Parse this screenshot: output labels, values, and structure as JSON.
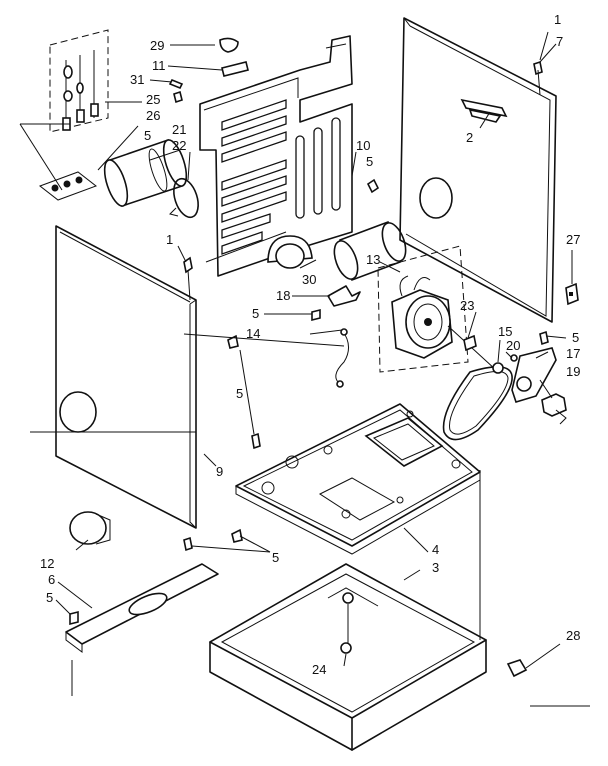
{
  "diagram": {
    "callouts": [
      {
        "id": "c1a",
        "text": "1"
      },
      {
        "id": "c7",
        "text": "7"
      },
      {
        "id": "c29",
        "text": "29"
      },
      {
        "id": "c11",
        "text": "11"
      },
      {
        "id": "c31",
        "text": "31"
      },
      {
        "id": "c25",
        "text": "25"
      },
      {
        "id": "c26",
        "text": "26"
      },
      {
        "id": "c5a",
        "text": "5"
      },
      {
        "id": "c21",
        "text": "21"
      },
      {
        "id": "c22",
        "text": "22"
      },
      {
        "id": "c10",
        "text": "10"
      },
      {
        "id": "c5b",
        "text": "5"
      },
      {
        "id": "c2",
        "text": "2"
      },
      {
        "id": "c1b",
        "text": "1"
      },
      {
        "id": "c27",
        "text": "27"
      },
      {
        "id": "c30",
        "text": "30"
      },
      {
        "id": "c13",
        "text": "13"
      },
      {
        "id": "c18",
        "text": "18"
      },
      {
        "id": "c5c",
        "text": "5"
      },
      {
        "id": "c23",
        "text": "23"
      },
      {
        "id": "c14",
        "text": "14"
      },
      {
        "id": "c15",
        "text": "15"
      },
      {
        "id": "c20",
        "text": "20"
      },
      {
        "id": "c5d",
        "text": "5"
      },
      {
        "id": "c17",
        "text": "17"
      },
      {
        "id": "c19",
        "text": "19"
      },
      {
        "id": "c5e",
        "text": "5"
      },
      {
        "id": "c9",
        "text": "9"
      },
      {
        "id": "c4",
        "text": "4"
      },
      {
        "id": "c3",
        "text": "3"
      },
      {
        "id": "c12",
        "text": "12"
      },
      {
        "id": "c5f",
        "text": "5"
      },
      {
        "id": "c6",
        "text": "6"
      },
      {
        "id": "c5g",
        "text": "5"
      },
      {
        "id": "c28",
        "text": "28"
      },
      {
        "id": "c24",
        "text": "24"
      }
    ]
  }
}
